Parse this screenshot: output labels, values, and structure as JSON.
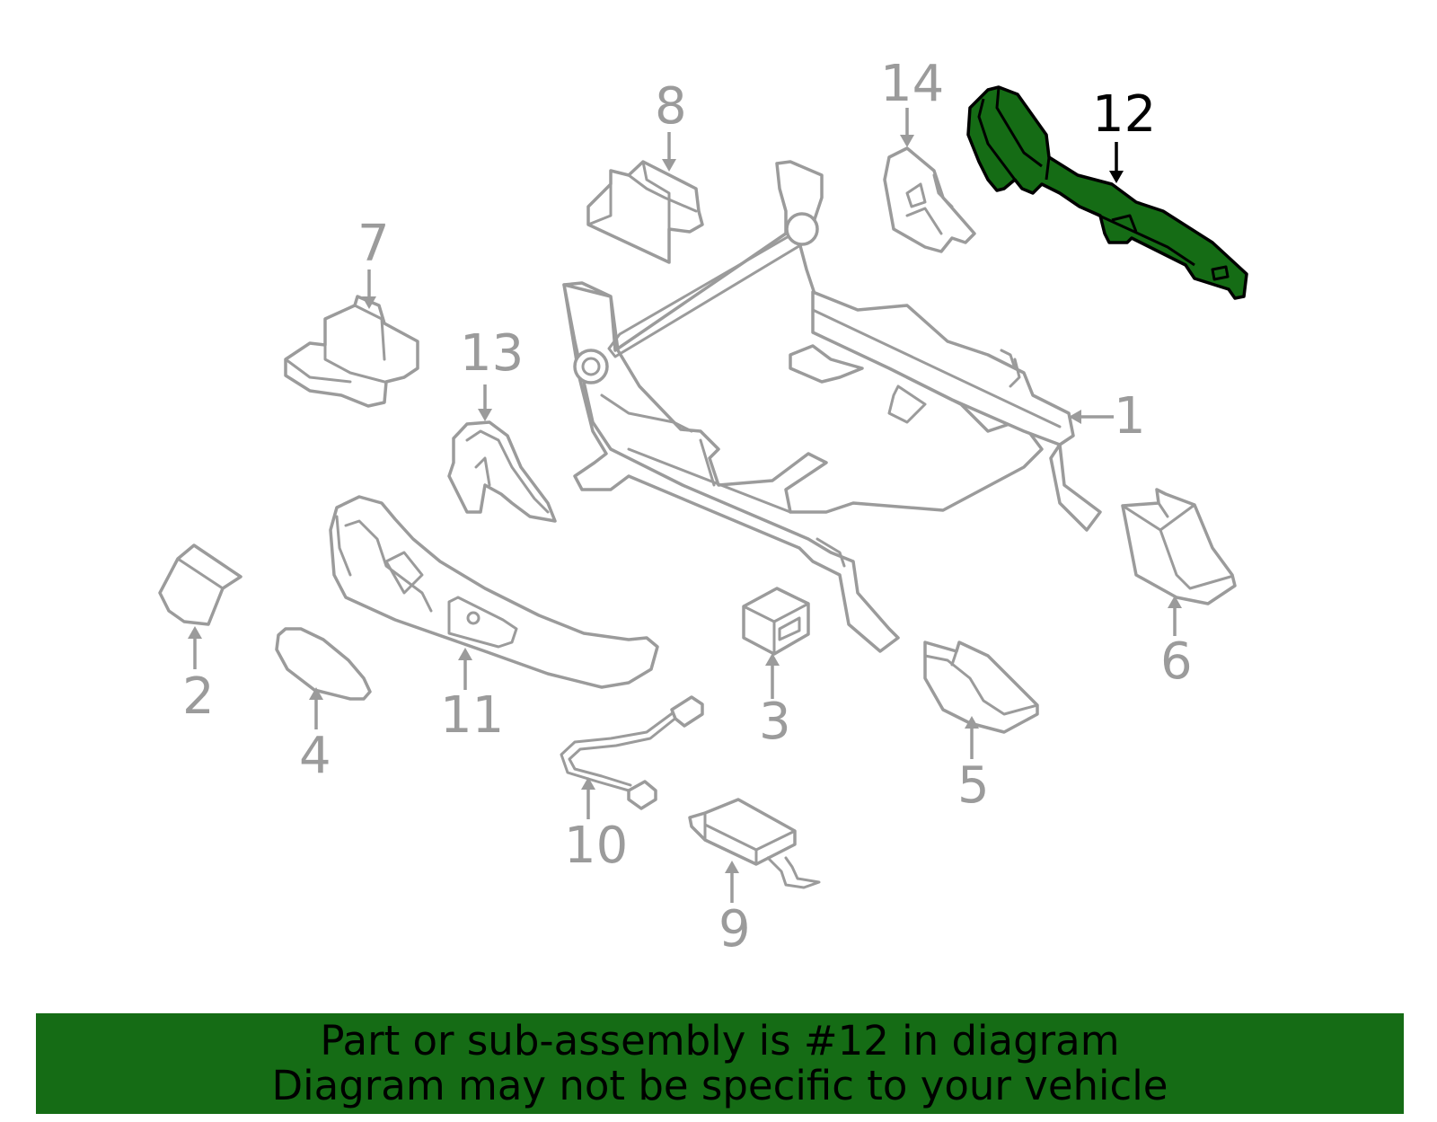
{
  "diagram": {
    "highlighted_part": "12",
    "callouts": [
      "1",
      "2",
      "3",
      "4",
      "5",
      "6",
      "7",
      "8",
      "9",
      "10",
      "11",
      "12",
      "13",
      "14"
    ]
  },
  "banner": {
    "line1": "Part or sub-assembly is #12 in diagram",
    "line2": "Diagram may not be specific to your vehicle"
  },
  "colors": {
    "highlight": "#156c15",
    "line_art": "#9b9b9b",
    "selected_label": "#000000"
  }
}
